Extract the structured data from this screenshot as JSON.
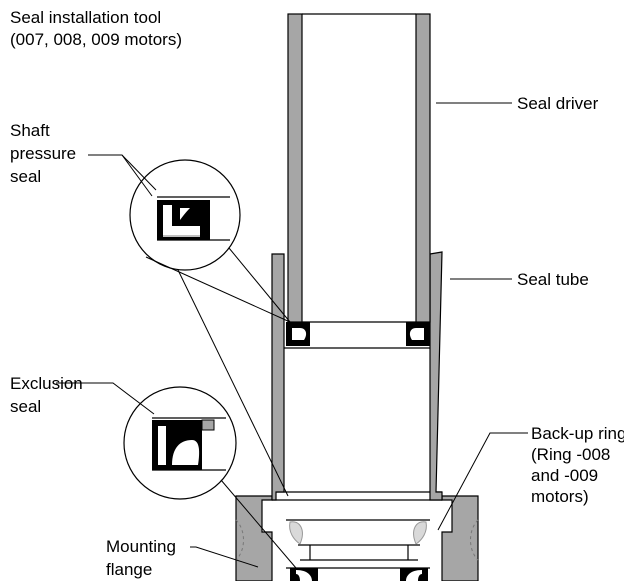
{
  "labels": {
    "tool_title": [
      "Seal installation tool",
      "(007, 008, 009 motors)"
    ],
    "seal_driver": [
      "Seal driver"
    ],
    "shaft_pressure_seal": [
      "Shaft",
      "pressure",
      "seal"
    ],
    "seal_tube": [
      "Seal tube"
    ],
    "exclusion_seal": [
      "Exclusion",
      "seal"
    ],
    "backup_ring": [
      "Back-up ring",
      "(Ring -008",
      "and -009",
      "motors)"
    ],
    "mounting_flange": [
      "Mounting",
      "flange"
    ]
  },
  "colors": {
    "metal_fill": "#a6a6a6",
    "metal_dark": "#8c8c8c",
    "ring_light": "#d9d9d9",
    "seal_black": "#000000",
    "outline": "#000000",
    "background": "#ffffff"
  }
}
